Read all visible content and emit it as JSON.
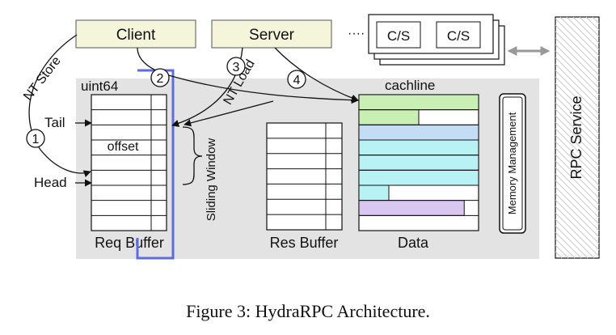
{
  "diagram": {
    "client_label": "Client",
    "server_label": "Server",
    "ellipsis": "····",
    "cs_label_1": "C/S",
    "cs_label_2": "C/S",
    "rpc_service_label": "RPC Service",
    "uint64_label": "uint64",
    "cacheline_label": "cachline",
    "tail_label": "Tail",
    "head_label": "Head",
    "offset_label": "offset",
    "sliding_window_label": "Sliding Window",
    "memory_management_label": "Memory Management",
    "req_buffer_label": "Req Buffer",
    "res_buffer_label": "Res Buffer",
    "data_label": "Data",
    "nt_store_label": "NT Store",
    "nt_load_label": "NT Load",
    "step_1": "1",
    "step_2": "2",
    "step_3": "3",
    "step_4": "4",
    "colors": {
      "panel": "#e3e3e3",
      "box_fill": "#f5f5dc",
      "blue_outline": "#5b6ee0",
      "green": "#c9efb5",
      "light_blue": "#c3ddf6",
      "cyan": "#b8f2f5",
      "purple": "#d9c7f0",
      "arrow_gray": "#999999"
    }
  },
  "caption": "Figure 3:  HydraRPC Architecture."
}
